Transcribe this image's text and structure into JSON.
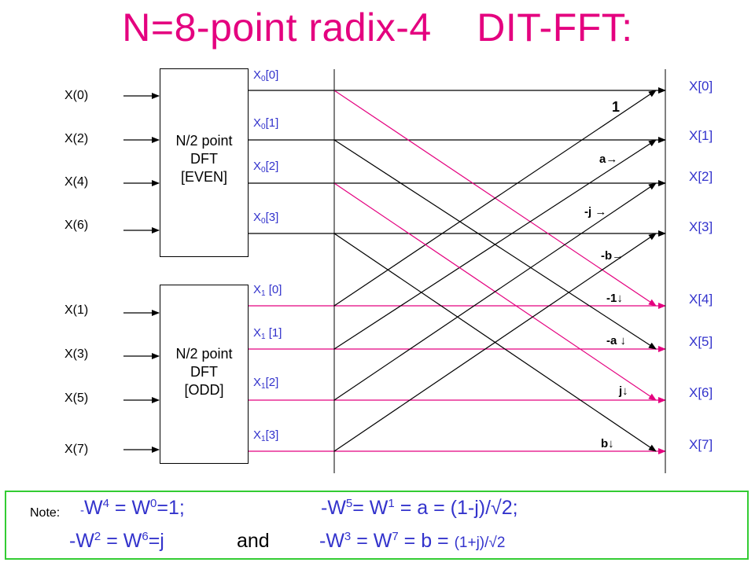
{
  "title": "N=8-point radix-4    DIT-FFT:",
  "inputs_even": [
    "X(0)",
    "X(2)",
    "X(4)",
    "X(6)"
  ],
  "inputs_odd": [
    "X(1)",
    "X(3)",
    "X(5)",
    "X(7)"
  ],
  "box_even": {
    "line1": "N/2 point",
    "line2": "DFT",
    "line3": "[EVEN]"
  },
  "box_odd": {
    "line1": "N/2 point",
    "line2": "DFT",
    "line3": "[ODD]"
  },
  "even_outputs": [
    {
      "base": "X",
      "sub": "0",
      "idx": "[0]"
    },
    {
      "base": "X",
      "sub": "0",
      "idx": "[1]"
    },
    {
      "base": "X",
      "sub": "0",
      "idx": "[2]"
    },
    {
      "base": "X",
      "sub": "0",
      "idx": "[3]"
    }
  ],
  "odd_outputs": [
    {
      "base": "X",
      "sub": "1",
      "idx": " [0]"
    },
    {
      "base": "X",
      "sub": "1",
      "idx": " [1]"
    },
    {
      "base": "X",
      "sub": "1",
      "idx": "[2]"
    },
    {
      "base": "X",
      "sub": "1",
      "idx": "[3]"
    }
  ],
  "final_outputs": [
    "X[0]",
    "X[1]",
    "X[2]",
    "X[3]",
    "X[4]",
    "X[5]",
    "X[6]",
    "X[7]"
  ],
  "twiddles": [
    "1",
    "a→",
    "-j →",
    "-b→",
    "-1↓",
    "-a ↓",
    "j↓",
    "b↓"
  ],
  "colors": {
    "title": "#e4007f",
    "line_black": "#000000",
    "line_pink": "#e4007f",
    "blue_text": "#3333cc",
    "note_border": "#33cc33"
  },
  "note": {
    "prefix": "Note:",
    "l1_a_pre": "-",
    "l1_a_W": "W",
    "l1_a_sup1": "4",
    "l1_a_mid": " = W",
    "l1_a_sup2": "0",
    "l1_a_post": "=1;",
    "l1_b_pre": "-W",
    "l1_b_sup1": "5",
    "l1_b_mid": "= W",
    "l1_b_sup2": "1",
    "l1_b_post": " = a  = (1-j)/√2;",
    "l2_a_pre": "-W",
    "l2_a_sup1": "2",
    "l2_a_mid": " = W",
    "l2_a_sup2": "6",
    "l2_a_post": "=j",
    "and": "and",
    "l2_b_pre": "-W",
    "l2_b_sup1": "3",
    "l2_b_mid": " = W",
    "l2_b_sup2": "7",
    "l2_b_post": " = b  = ",
    "l2_b_small": "(1+j)/√2"
  }
}
